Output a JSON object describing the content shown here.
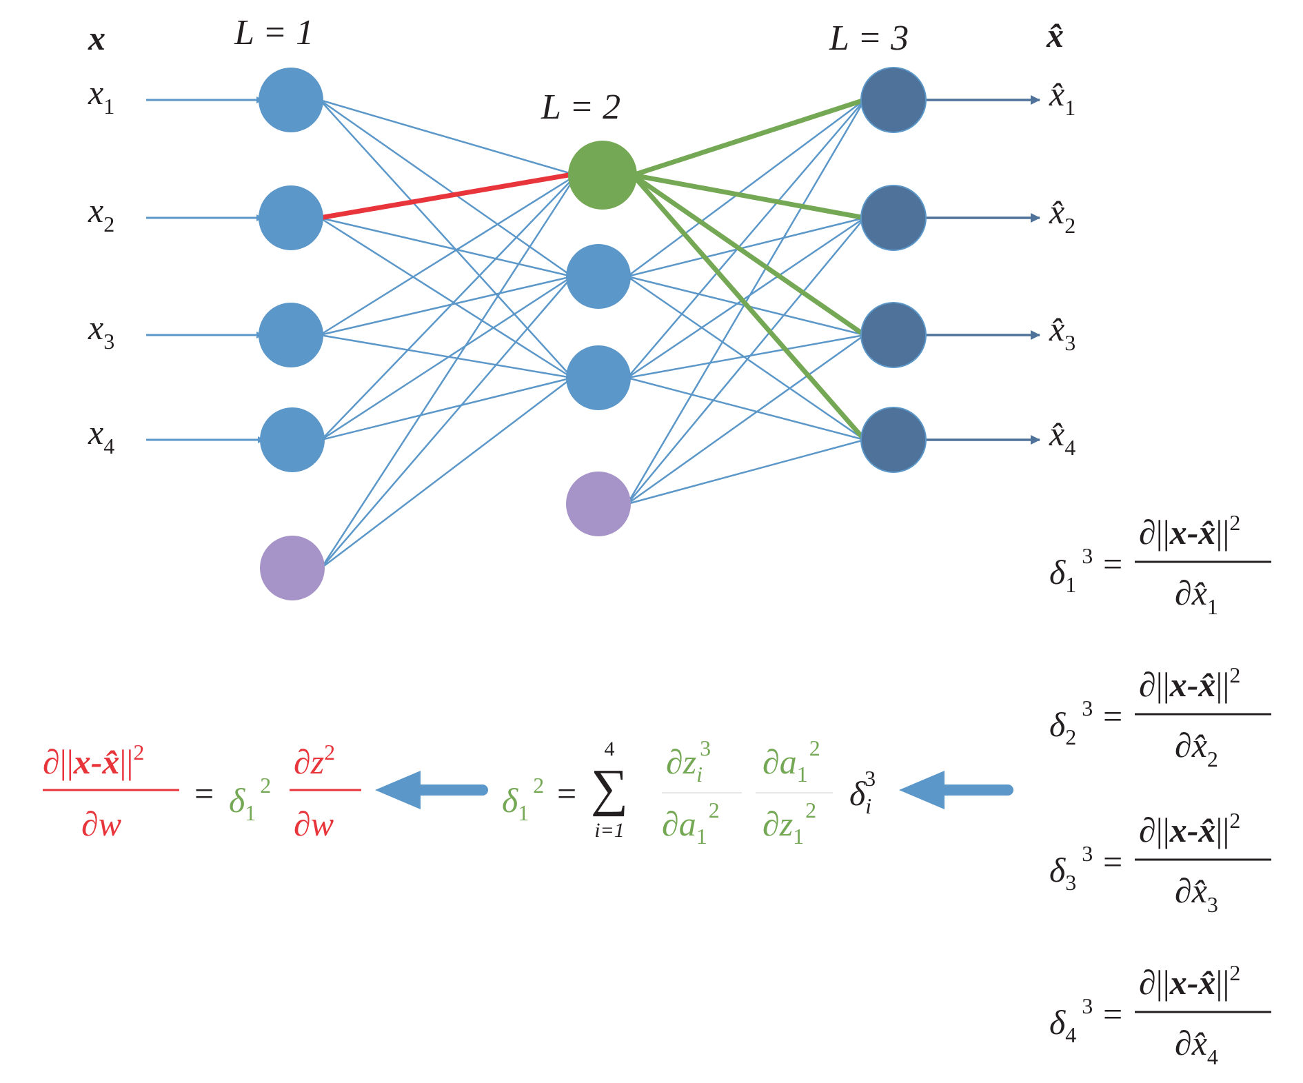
{
  "colors": {
    "input_node": "#5b97c9",
    "bias_node": "#a693c8",
    "hidden_highlight_node": "#75a855",
    "output_node": "#4e7299",
    "edge": "#5b97c9",
    "edge_highlight_red": "#e8353c",
    "edge_highlight_green": "#75a855",
    "output_arrow": "#4e7299",
    "text": "#231f20",
    "text_red": "#e8353c",
    "text_green": "#75a855",
    "big_arrow": "#5b97c9"
  },
  "labels": {
    "input_vector": "x",
    "output_vector": "x̂",
    "layer1": "L = 1",
    "layer2": "L = 2",
    "layer3": "L = 3"
  },
  "input_labels": [
    {
      "base": "x",
      "sub": "1"
    },
    {
      "base": "x",
      "sub": "2"
    },
    {
      "base": "x",
      "sub": "3"
    },
    {
      "base": "x",
      "sub": "4"
    }
  ],
  "output_labels": [
    {
      "base": "x̂",
      "sub": "1"
    },
    {
      "base": "x̂",
      "sub": "2"
    },
    {
      "base": "x̂",
      "sub": "3"
    },
    {
      "base": "x̂",
      "sub": "4"
    }
  ],
  "deltas": [
    {
      "sym": "δ",
      "sub": "1",
      "sup": "3",
      "eq": "=",
      "num_prefix": "∂||",
      "num_vec": "x-x̂",
      "num_suffix": "||",
      "num_sup": "2",
      "den": "∂x̂",
      "den_sub": "1"
    },
    {
      "sym": "δ",
      "sub": "2",
      "sup": "3",
      "eq": "=",
      "num_prefix": "∂||",
      "num_vec": "x-x̂",
      "num_suffix": "||",
      "num_sup": "2",
      "den": "∂x̂",
      "den_sub": "2"
    },
    {
      "sym": "δ",
      "sub": "3",
      "sup": "3",
      "eq": "=",
      "num_prefix": "∂||",
      "num_vec": "x-x̂",
      "num_suffix": "||",
      "num_sup": "2",
      "den": "∂x̂",
      "den_sub": "3"
    },
    {
      "sym": "δ",
      "sub": "4",
      "sup": "3",
      "eq": "=",
      "num_prefix": "∂||",
      "num_vec": "x-x̂",
      "num_suffix": "||",
      "num_sup": "2",
      "den": "∂x̂",
      "den_sub": "4"
    }
  ],
  "bottom_formula": {
    "loss_num_prefix": "∂||",
    "loss_num_vec": "x-x̂",
    "loss_num_suffix": "||",
    "loss_num_sup": "2",
    "loss_den": "∂w",
    "eq1": "=",
    "delta1_sym": "δ",
    "delta1_sub": "1",
    "delta1_sup": "2",
    "dz_num": "∂z",
    "dz_num_sup": "2",
    "dz_den": "∂w",
    "delta2_sym": "δ",
    "delta2_sub": "1",
    "delta2_sup": "2",
    "eq2": "=",
    "sum_symbol": "∑",
    "sum_upper": "4",
    "sum_lower": "i=1",
    "f1_num": "∂z",
    "f1_num_sub": "i",
    "f1_num_sup": "3",
    "f1_den": "∂a",
    "f1_den_sub": "1",
    "f1_den_sup": "2",
    "f2_num": "∂a",
    "f2_num_sub": "1",
    "f2_num_sup": "2",
    "f2_den": "∂z",
    "f2_den_sub": "1",
    "f2_den_sup": "2",
    "delta3_sym": "δ",
    "delta3_sub": "i",
    "delta3_sup": "3"
  }
}
